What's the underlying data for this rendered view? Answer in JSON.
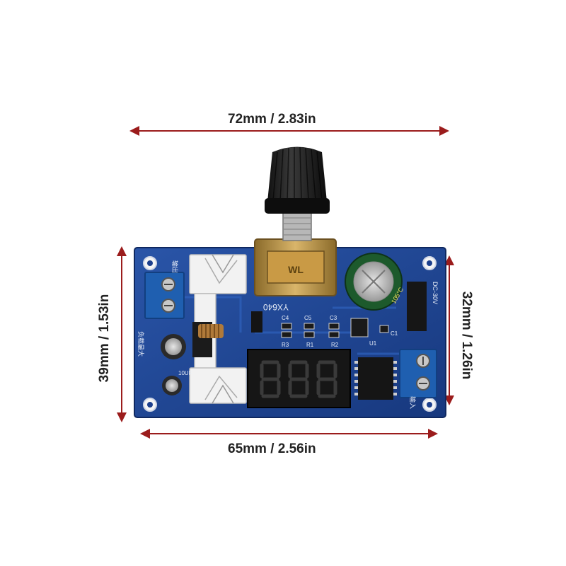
{
  "dimensions": {
    "top_width": "72mm / 2.83in",
    "bottom_width": "65mm / 2.56in",
    "left_height": "39mm / 1.53in",
    "right_height": "32mm / 1.26in"
  },
  "board": {
    "model": "YX640",
    "silkscreen": {
      "output_label": "输出",
      "input_label": "输入",
      "max_load_label": "负载最大",
      "c4": "C4",
      "c5": "C5",
      "c3": "C3",
      "r3": "R3",
      "r1": "R1",
      "r2": "R2",
      "u1": "U1",
      "c1": "C1",
      "cap_value": "10UF",
      "voltage_range": "DC-30V"
    },
    "capacitor_text": "105°C",
    "pot_text": "WL"
  },
  "colors": {
    "arrow": "#9b1c1c",
    "pcb": "#1c3f8c",
    "pcb_dark": "#142f6e",
    "terminal": "#1f5fb0",
    "heatsink": "#f2f2f2",
    "led_segment": "#c8102e"
  }
}
